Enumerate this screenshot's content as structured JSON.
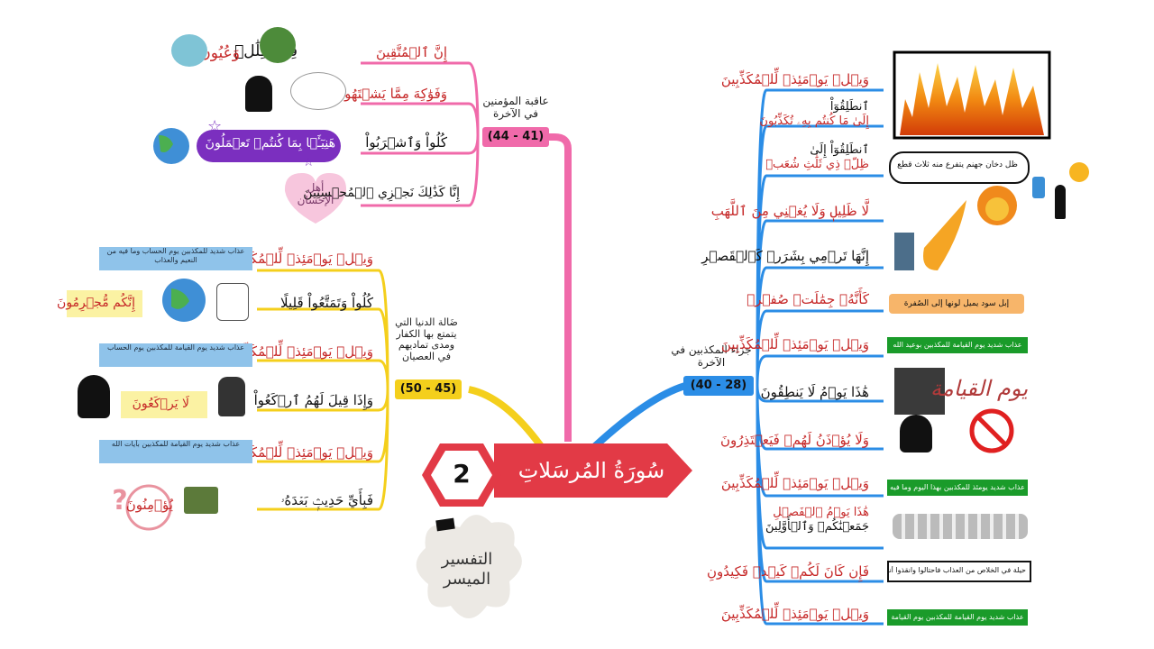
{
  "title": {
    "surah": "سُورَةُ المُرسَلاتِ",
    "number": "2",
    "tafsir": "التفسير الميسر"
  },
  "colors": {
    "pink": "#f06aaa",
    "yellow": "#f4cf1c",
    "blue": "#2b8de6",
    "red": "#e23a46",
    "navy": "#2a3d8f",
    "green": "#1a9b2a"
  },
  "right_branch": {
    "label": "جزاء المكذبين في الآخرة",
    "range": "(40 - 28)",
    "verses": [
      {
        "text": "وَيۡلٞ يَوۡمَئِذٖ لِّلۡمُكَذِّبِينَ"
      },
      {
        "line1": "ٱنطَلِقُوٓاْ",
        "line2": "إِلَىٰ مَا كُنتُم بِهِۦ تُكَذِّبُونَ"
      },
      {
        "line1": "ٱنطَلِقُوٓاْ إِلَىٰ",
        "line2": "ظِلّٖ ذِي ثَلَٰثِ شُعَبٖ"
      },
      {
        "text": "لَّا ظَلِيلٖ وَلَا يُغۡنِي مِنَ ٱللَّهَبِ"
      },
      {
        "text": "إِنَّهَا تَرۡمِي بِشَرَرٖ كَٱلۡقَصۡرِ"
      },
      {
        "text": "كَأَنَّهُۥ جِمَٰلَتٞ صُفۡرٞ"
      },
      {
        "text": "وَيۡلٞ يَوۡمَئِذٖ لِّلۡمُكَذِّبِينَ"
      },
      {
        "text": "هَٰذَا يَوۡمُ لَا يَنطِقُونَ"
      },
      {
        "text": "وَلَا يُؤۡذَنُ لَهُمۡ فَيَعۡتَذِرُونَ"
      },
      {
        "text": "وَيۡلٞ يَوۡمَئِذٖ لِّلۡمُكَذِّبِينَ"
      },
      {
        "line1": "هَٰذَا يَوۡمُ ٱلۡفَصۡلِ",
        "line2": "جَمَعۡنَٰكُمۡ وَٱلۡأَوَّلِينَ"
      },
      {
        "text": "فَإِن كَانَ لَكُمۡ كَيۡدٞ فَكِيدُونِ"
      },
      {
        "text": "وَيۡلٞ يَوۡمَئِذٖ لِّلۡمُكَذِّبِينَ"
      }
    ],
    "notes": {
      "smoke": "ظل دخان جهنم يتفرع منه ثلاث قطع",
      "camels": "إبل سود يميل لونها إلى الصُفرة",
      "woe1": "عذاب شديد يوم القيامة للمكذبين بوعيد الله",
      "woe2": "عذاب شديد يومئذ للمكذبين بهذا اليوم وما فيه",
      "trick": "حيلة في الخلاص من العذاب فاحتالوا وانقذوا أنفسكم",
      "woe3": "عذاب شديد يوم القيامة للمكذبين يوم القيامة",
      "qiyamah": "يوم القيامة"
    }
  },
  "top_branch": {
    "label": "عاقبة المؤمنين في الآخرة",
    "range": "(44 - 41)",
    "verses": [
      {
        "text": "إِنَّ ٱلۡمُتَّقِينَ"
      },
      {
        "text": "وَفَوَٰكِهَ مِمَّا يَشۡتَهُونَ"
      },
      {
        "text": "كُلُواْ وَٱشۡرَبُواْ"
      },
      {
        "text": "إِنَّا كَذَٰلِكَ نَجۡزِي ٱلۡمُحۡسِنِينَ"
      }
    ],
    "extras": {
      "shade": "فِي ظِلَٰلٖ",
      "springs": "وَعُيُونٖ",
      "enjoy": "هَنِيٓـَٔۢا بِمَا كُنتُمۡ تَعۡمَلُونَ",
      "heart": "أهل الإحسان"
    }
  },
  "left_branch": {
    "label": "ضَالة الدنيا التي يتمتع بها الكفار ومدى تماديهم في العصيان",
    "range": "(50 - 45)",
    "verses": [
      {
        "text": "وَيۡلٞ يَوۡمَئِذٖ لِّلۡمُكَذِّبِينَ"
      },
      {
        "text": "كُلُواْ وَتَمَتَّعُواْ قَلِيلًا"
      },
      {
        "text": "وَيۡلٞ يَوۡمَئِذٖ لِّلۡمُكَذِّبِينَ"
      },
      {
        "text": "وَإِذَا قِيلَ لَهُمُ ٱرۡكَعُواْ"
      },
      {
        "text": "وَيۡلٞ يَوۡمَئِذٖ لِّلۡمُكَذِّبِينَ"
      },
      {
        "text": "فَبِأَيِّ حَدِيثِۭ بَعۡدَهُۥ"
      }
    ],
    "notes": {
      "n1": "عذاب شديد للمكذبين يوم الحساب وما فيه من النعيم والعذاب",
      "n2": "عذاب شديد يوم القيامة للمكذبين يوم الحساب",
      "n3": "عذاب شديد يوم القيامة للمكذبين بآيات الله"
    },
    "extras": {
      "criminals": "إِنَّكُم مُّجۡرِمُونَ",
      "bow": "لَا يَرۡكَعُونَ",
      "believe": "يُؤۡمِنُونَ",
      "question": "?"
    }
  }
}
